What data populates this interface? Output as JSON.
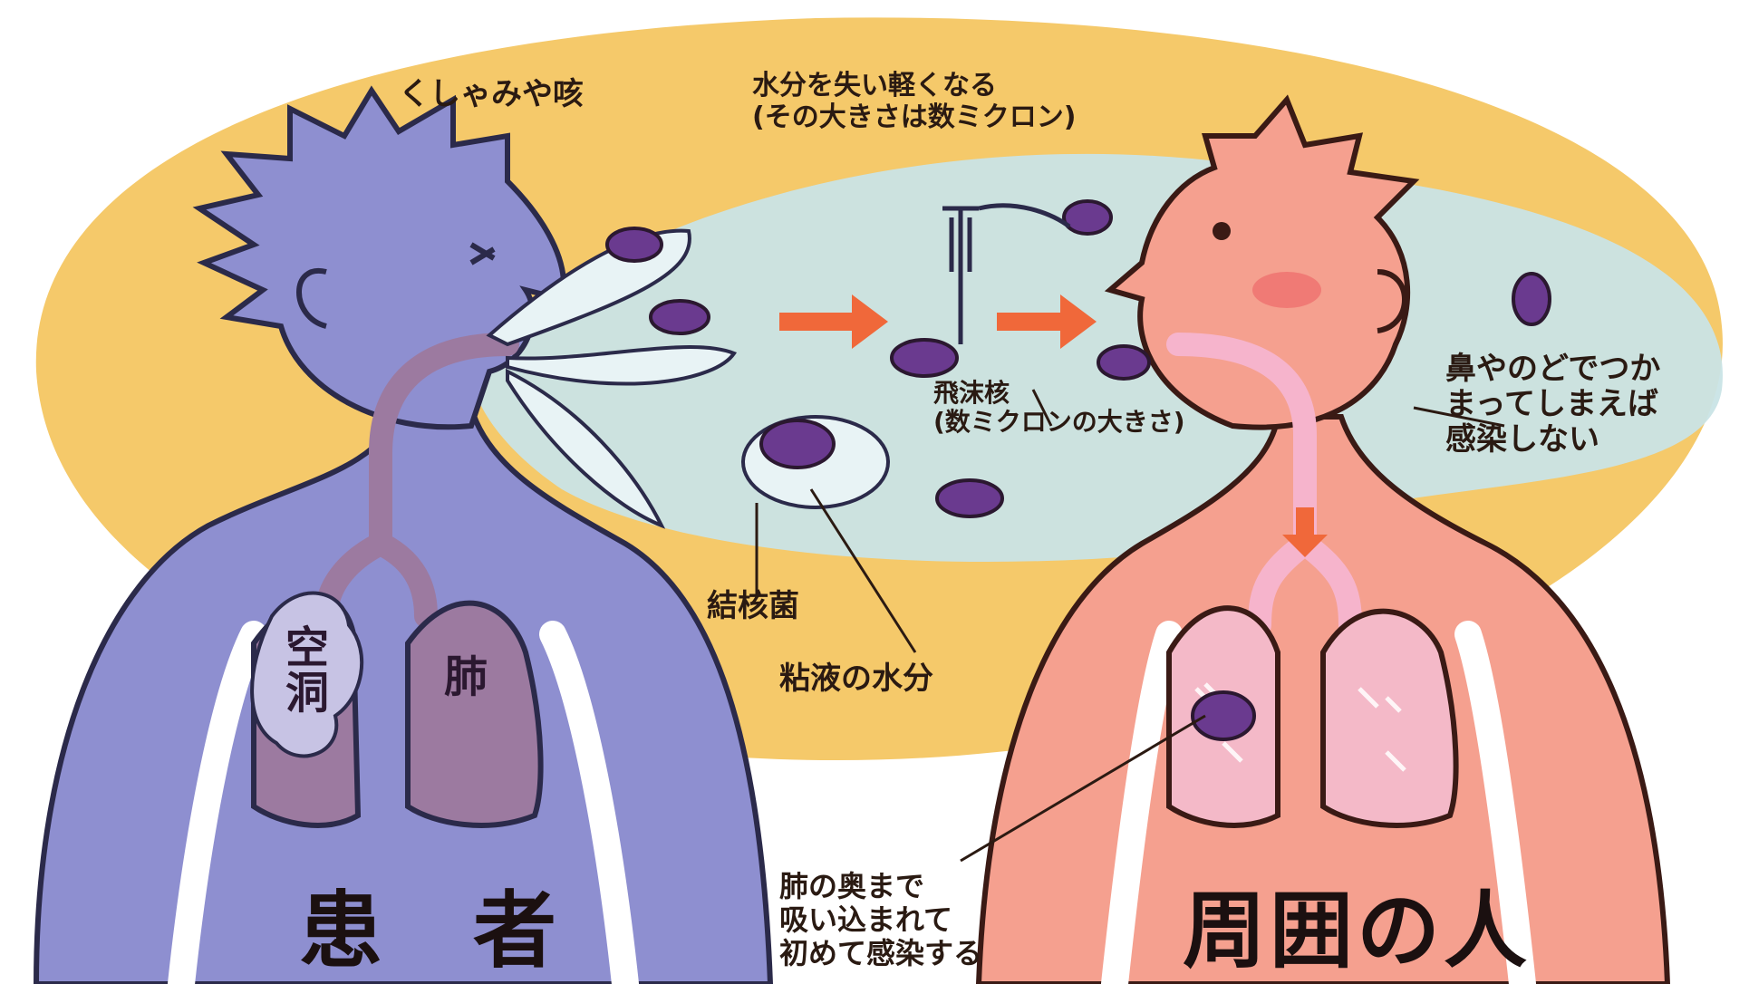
{
  "colors": {
    "background": "#ffffff",
    "ellipse": "#f5c96a",
    "cloud": "#c9e4e6",
    "patient": "#8e8fd0",
    "patient_outline": "#2b2a4a",
    "patient_lung": "#9c7aa0",
    "person": "#f5a08f",
    "person_lung": "#f4b9c8",
    "airway_pink": "#f6b4cc",
    "arrow": "#f0683a",
    "germ": "#6a3a8f"
  },
  "labels": {
    "sneeze": "くしゃみや咳",
    "lose_water": "水分を失い軽くなる\n(その大きさは数ミクロン)",
    "droplet_nucleus": "飛沫核\n(数ミクロンの大きさ)",
    "nose_throat": "鼻やのどでつか\nまってしまえば\n感染しない",
    "tb_bacteria": "結核菌",
    "mucus_water": "粘液の水分",
    "cavity": "空\n洞",
    "lung": "肺",
    "deep_lung": "肺の奥まで\n吸い込まれて\n初めて感染する",
    "patient": "患　者",
    "surrounding_people": "周囲の人"
  },
  "icons": {
    "arrow_1": "right-arrow-icon",
    "arrow_2": "right-arrow-icon",
    "germ": "bacterium-icon"
  }
}
